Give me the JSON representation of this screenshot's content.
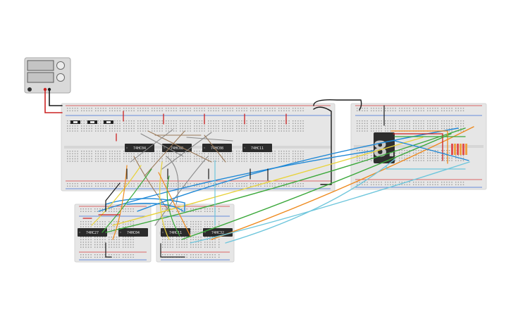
{
  "chips": [
    {
      "id": "u1",
      "label": "74HC04"
    },
    {
      "id": "u2",
      "label": "74HC08"
    },
    {
      "id": "u3",
      "label": "74HC08"
    },
    {
      "id": "u4",
      "label": "74HC11"
    },
    {
      "id": "u5",
      "label": "74HC27"
    },
    {
      "id": "u6",
      "label": "74HC04"
    },
    {
      "id": "u7",
      "label": "74HC11"
    },
    {
      "id": "u8",
      "label": "74HC32"
    }
  ],
  "display": {
    "digit": "8."
  },
  "colors": {
    "breadboard": "#e6e6e6",
    "rail_red": "#d43c3c",
    "rail_blue": "#3c6ed4",
    "chip": "#2b2b2b",
    "wire_blue": "#1e88d6",
    "wire_green": "#3aa83a",
    "wire_yellow": "#e8d23a",
    "wire_orange": "#ee8a1e",
    "wire_lightblue": "#6ec6dc",
    "wire_brown": "#9a7a5a",
    "wire_gray": "#8a8a8a",
    "wire_black": "#1a1a1a",
    "wire_red": "#cc2222"
  },
  "icons": {
    "power_supply": "power-supply-icon",
    "seven_segment": "seven-segment-display-icon",
    "dip_switch": "dip-switch-icon"
  }
}
